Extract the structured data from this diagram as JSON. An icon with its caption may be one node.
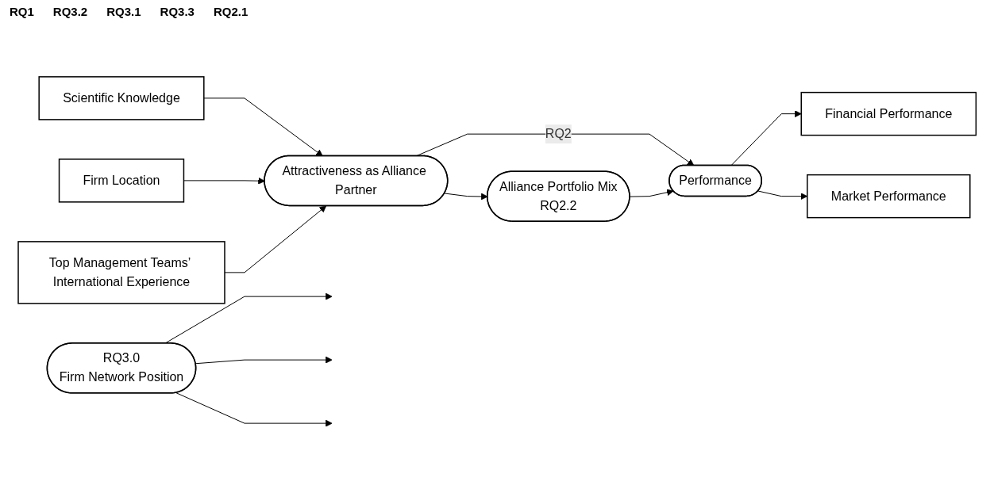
{
  "diagram": {
    "nodes": [
      {
        "text": [
          "Scientific Knowledge"
        ]
      },
      {
        "text": [
          "Firm Location"
        ]
      },
      {
        "text": [
          "Top Management Teams’ International Experience"
        ]
      },
      {
        "text": [
          "Attractiveness as Alliance Partner"
        ]
      },
      {
        "text": [
          "RQ3.0",
          "Firm Network Position"
        ]
      },
      {
        "text": [
          "Performance"
        ]
      },
      {
        "text": [
          "Financial Performance"
        ]
      },
      {
        "text": [
          "Market Performance"
        ]
      },
      {
        "text": [
          "Alliance Portfolio Mix",
          "RQ2.2"
        ]
      }
    ],
    "edges": [
      {
        "from": 0,
        "to": 3,
        "arrow": "to"
      },
      {
        "from": 1,
        "to": 3,
        "arrow": "to"
      },
      {
        "from": 2,
        "to": 3,
        "arrow": "to"
      },
      {
        "from": 3,
        "to": 5,
        "arrow": "to",
        "label": "RQ2"
      },
      {
        "from": 4,
        "to": null,
        "arrow": "to"
      },
      {
        "from": 4,
        "to": null,
        "arrow": "to"
      },
      {
        "from": 4,
        "to": null,
        "arrow": "to"
      },
      {
        "from": 3,
        "to": 8,
        "arrow": "to"
      },
      {
        "from": 8,
        "to": 5,
        "arrow": "to"
      },
      {
        "from": 5,
        "to": 6,
        "arrow": "to"
      },
      {
        "from": 5,
        "to": 7,
        "arrow": "to"
      }
    ],
    "labels": [
      "RQ1",
      "RQ3.2",
      "RQ3.1",
      "RQ3.3",
      "RQ2.1"
    ]
  }
}
